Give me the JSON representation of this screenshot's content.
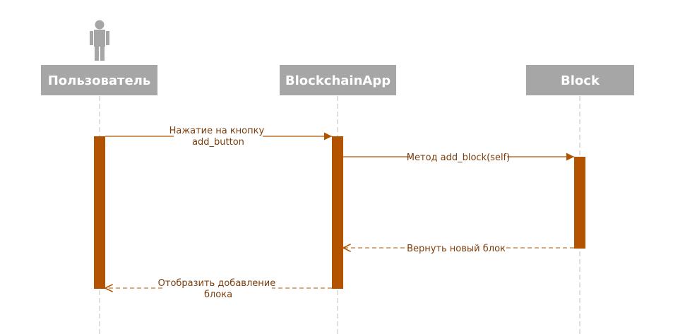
{
  "participants": [
    {
      "name": "Пользователь",
      "kind": "actor"
    },
    {
      "name": "BlockchainApp",
      "kind": "object"
    },
    {
      "name": "Block",
      "kind": "object"
    }
  ],
  "messages": [
    {
      "from": "Пользователь",
      "to": "BlockchainApp",
      "style": "solid",
      "lines": [
        "Нажатие на кнопку",
        "add_button"
      ]
    },
    {
      "from": "BlockchainApp",
      "to": "Block",
      "style": "solid",
      "lines": [
        "Метод add_block(self)"
      ]
    },
    {
      "from": "Block",
      "to": "BlockchainApp",
      "style": "dashed",
      "lines": [
        "Вернуть новый блок"
      ]
    },
    {
      "from": "BlockchainApp",
      "to": "Пользователь",
      "style": "dashed",
      "lines": [
        "Отобразить добавление",
        "блока"
      ]
    }
  ],
  "colors": {
    "header_fill": "#a6a6a6",
    "header_text": "#ffffff",
    "activation": "#b35300",
    "arrow": "#b35300",
    "label": "#7a3c0c",
    "lifeline": "#bfbfbf",
    "actor_icon": "#a6a6a6"
  }
}
